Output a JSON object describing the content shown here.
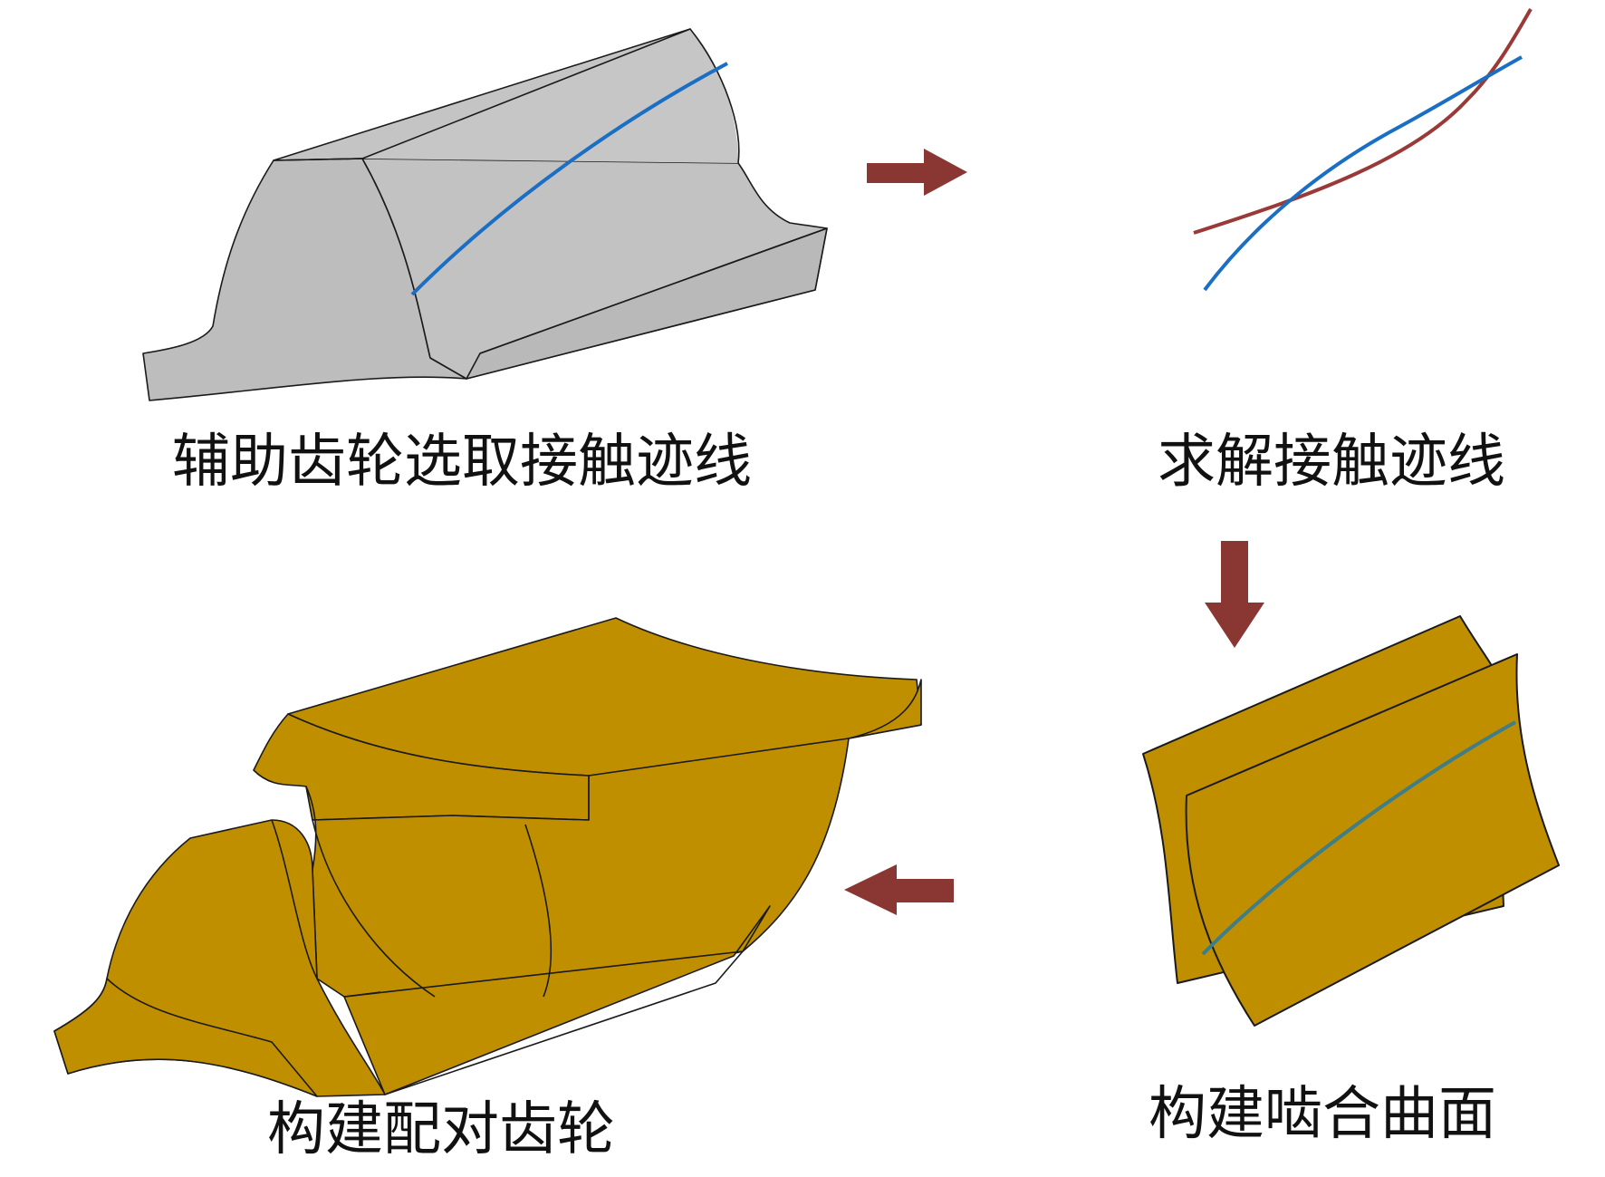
{
  "steps": {
    "step1": {
      "label": "辅助齿轮选取接触迹线"
    },
    "step2": {
      "label": "求解接触迹线"
    },
    "step3": {
      "label": "构建啮合曲面"
    },
    "step4": {
      "label": "构建配对齿轮"
    }
  },
  "colors": {
    "gray_gear_face": "#c0c0c0",
    "gold_gear_face": "#bf8f00",
    "contact_line_blue": "#1a6fc4",
    "contact_line_red": "#9a3a38",
    "contact_line_teal": "#3f7e86",
    "arrow": "#8a3733",
    "outline": "#1a1a1a"
  },
  "icons": {
    "arrow1": "arrow-right-icon",
    "arrow2": "arrow-down-icon",
    "arrow3": "arrow-left-icon"
  }
}
